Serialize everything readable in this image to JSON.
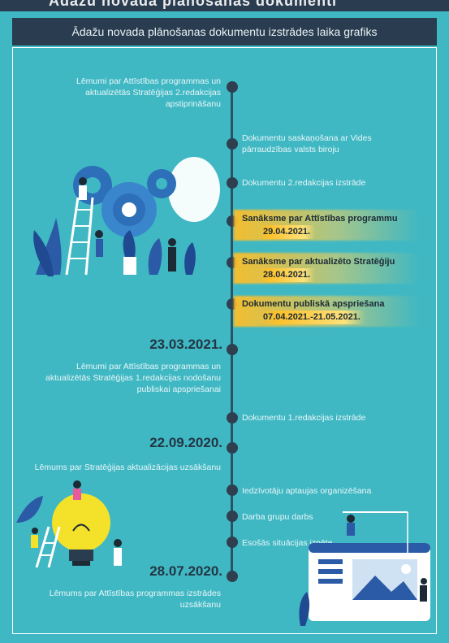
{
  "top_strip_text": "Ādažu novada plānošanas dokumenti",
  "header_title": "Ādažu novada plānošanas dokumentu izstrādes laika grafiks",
  "left_items": [
    {
      "date": "",
      "text": "Lēmumi par Attīstības programmas un aktualizētās Stratēģijas 2.redakcijas apstiprināšanu"
    },
    {
      "date": "23.03.2021.",
      "text": "Lēmumi par Attīstības programmas un aktualizētās Stratēģijas 1.redakcijas nodošanu publiskai apspriešanai"
    },
    {
      "date": "22.09.2020.",
      "text": "Lēmums par Stratēģijas aktualizācijas uzsākšanu"
    },
    {
      "date": "28.07.2020.",
      "text": "Lēmums par Attīstības programmas izstrādes uzsākšanu"
    }
  ],
  "right_items": [
    {
      "text": "Dokumentu saskaņošana ar Vides pārraudzības valsts biroju"
    },
    {
      "text": "Dokumentu 2.redakcijas izstrāde"
    },
    {
      "text": "Sanāksme par Attīstības programmu",
      "date": "29.04.2021.",
      "highlight": true
    },
    {
      "text": "Sanāksme par aktualizēto Stratēģiju",
      "date": "28.04.2021.",
      "highlight": true
    },
    {
      "text": "Dokumentu publiskā apspriešana",
      "date": "07.04.2021.-21.05.2021.",
      "highlight": true
    },
    {
      "text": "Dokumentu 1.redakcijas izstrāde"
    },
    {
      "text": "Iedzīvotāju aptaujas organizēšana"
    },
    {
      "text": "Darba grupu darbs"
    },
    {
      "text": "Esošās situācijas izpēte"
    }
  ],
  "colors": {
    "background": "#3fb8c4",
    "header": "#2a3c4f",
    "timeline": "#2a5262",
    "highlight": "#fdc02a",
    "date_text": "#243543"
  },
  "icons": [
    "gears-illustration",
    "lightbulb-illustration",
    "web-building-illustration"
  ]
}
